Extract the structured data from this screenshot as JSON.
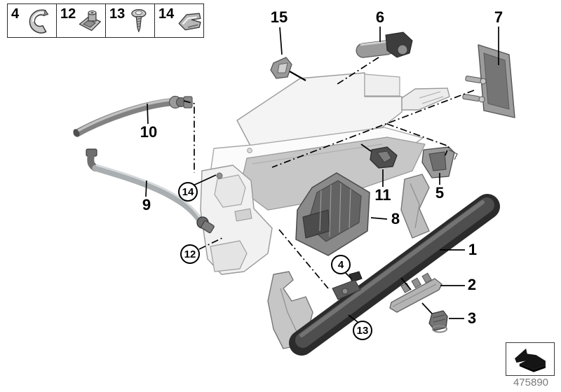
{
  "legend": {
    "items": [
      {
        "number": "4",
        "icon": "pipe-clip-icon"
      },
      {
        "number": "12",
        "icon": "clip-nut-icon"
      },
      {
        "number": "13",
        "icon": "sheet-metal-screw-icon"
      },
      {
        "number": "14",
        "icon": "spring-clip-icon"
      }
    ]
  },
  "callouts": {
    "plain": [
      {
        "id": "15"
      },
      {
        "id": "6"
      },
      {
        "id": "7"
      },
      {
        "id": "10"
      },
      {
        "id": "9"
      },
      {
        "id": "11"
      },
      {
        "id": "5"
      },
      {
        "id": "8"
      },
      {
        "id": "1"
      },
      {
        "id": "2"
      },
      {
        "id": "3"
      }
    ],
    "circled": [
      {
        "id": "14"
      },
      {
        "id": "12"
      },
      {
        "id": "4"
      },
      {
        "id": "13"
      }
    ]
  },
  "footer": {
    "part_number": "475890",
    "icon": "direction-arrow-icon"
  },
  "colors": {
    "background": "#ffffff",
    "line": "#000000",
    "part_dark": "#3a3a3a",
    "part_mid": "#9a9a9a",
    "part_light": "#ededed",
    "caption_gray": "#7a7a7a"
  }
}
